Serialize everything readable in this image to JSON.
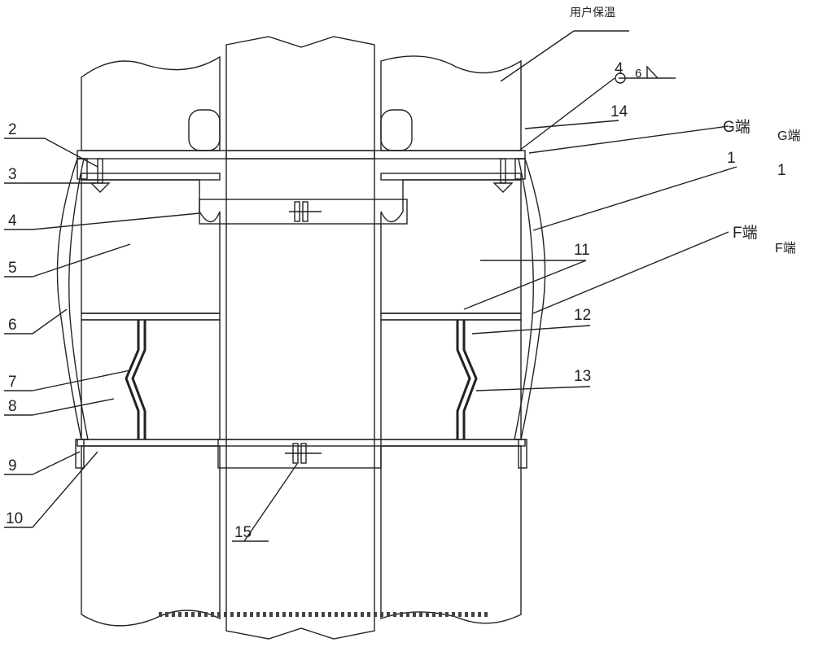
{
  "title_label": "用户保温",
  "weld_symbol": {
    "leg": "6",
    "mark": "4"
  },
  "right_labels": {
    "g_end": "G端",
    "f_end": "F端",
    "g_end_ghost": "G端",
    "one_ghost": "1",
    "f_end_ghost": "F端"
  },
  "part_numbers": {
    "p1": "1",
    "p2": "2",
    "p3": "3",
    "p4": "4",
    "p5": "5",
    "p6": "6",
    "p7": "7",
    "p8": "8",
    "p9": "9",
    "p10": "10",
    "p11": "11",
    "p12": "12",
    "p13": "13",
    "p14": "14",
    "p15": "15"
  }
}
